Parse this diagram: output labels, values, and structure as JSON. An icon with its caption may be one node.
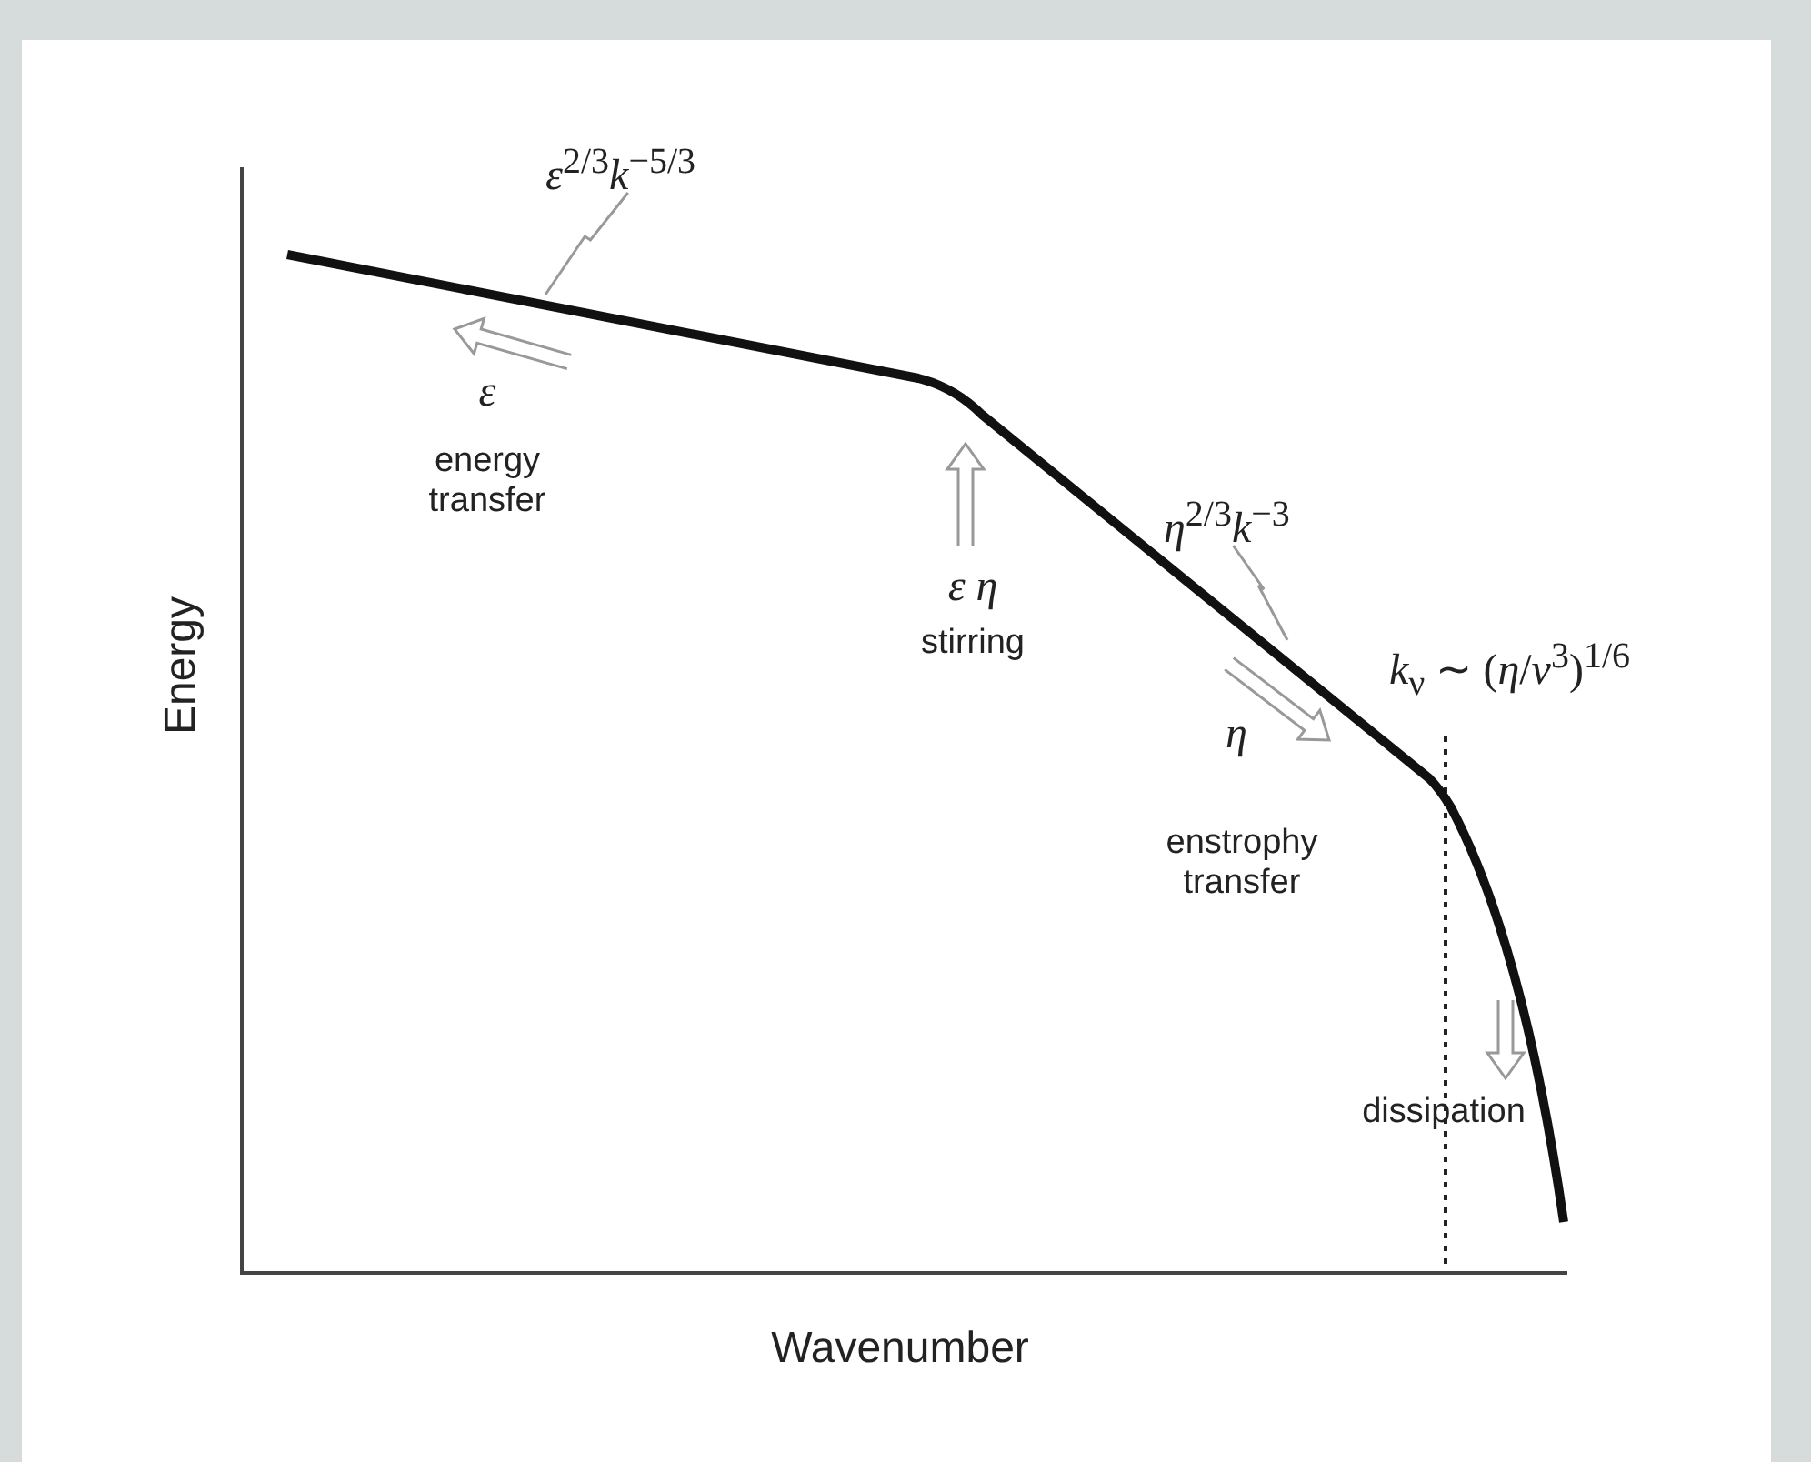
{
  "diagram": {
    "nodes": [
      {
        "text": [
          "*ε*$^{2/3}$*k*$^{−5/3}$"
        ]
      },
      {
        "text": [
          "*η*$^{2/3}$*k*$^{−3}$"
        ]
      }
    ],
    "edges": [
      {
        "from": 0,
        "to": null,
        "arrow": "none"
      },
      {
        "from": 1,
        "to": null,
        "arrow": "none"
      }
    ],
    "labels": [
      "*ε*",
      "energy transfer",
      "*ε*  *η*",
      "stirring",
      "*η*",
      "enstrophy transfer",
      "*k*$_{ν}$ ∼ (*η*/*ν*$^{3}$)$^{1/6}$",
      "dissipation",
      "Energy",
      "Wavenumber"
    ]
  }
}
